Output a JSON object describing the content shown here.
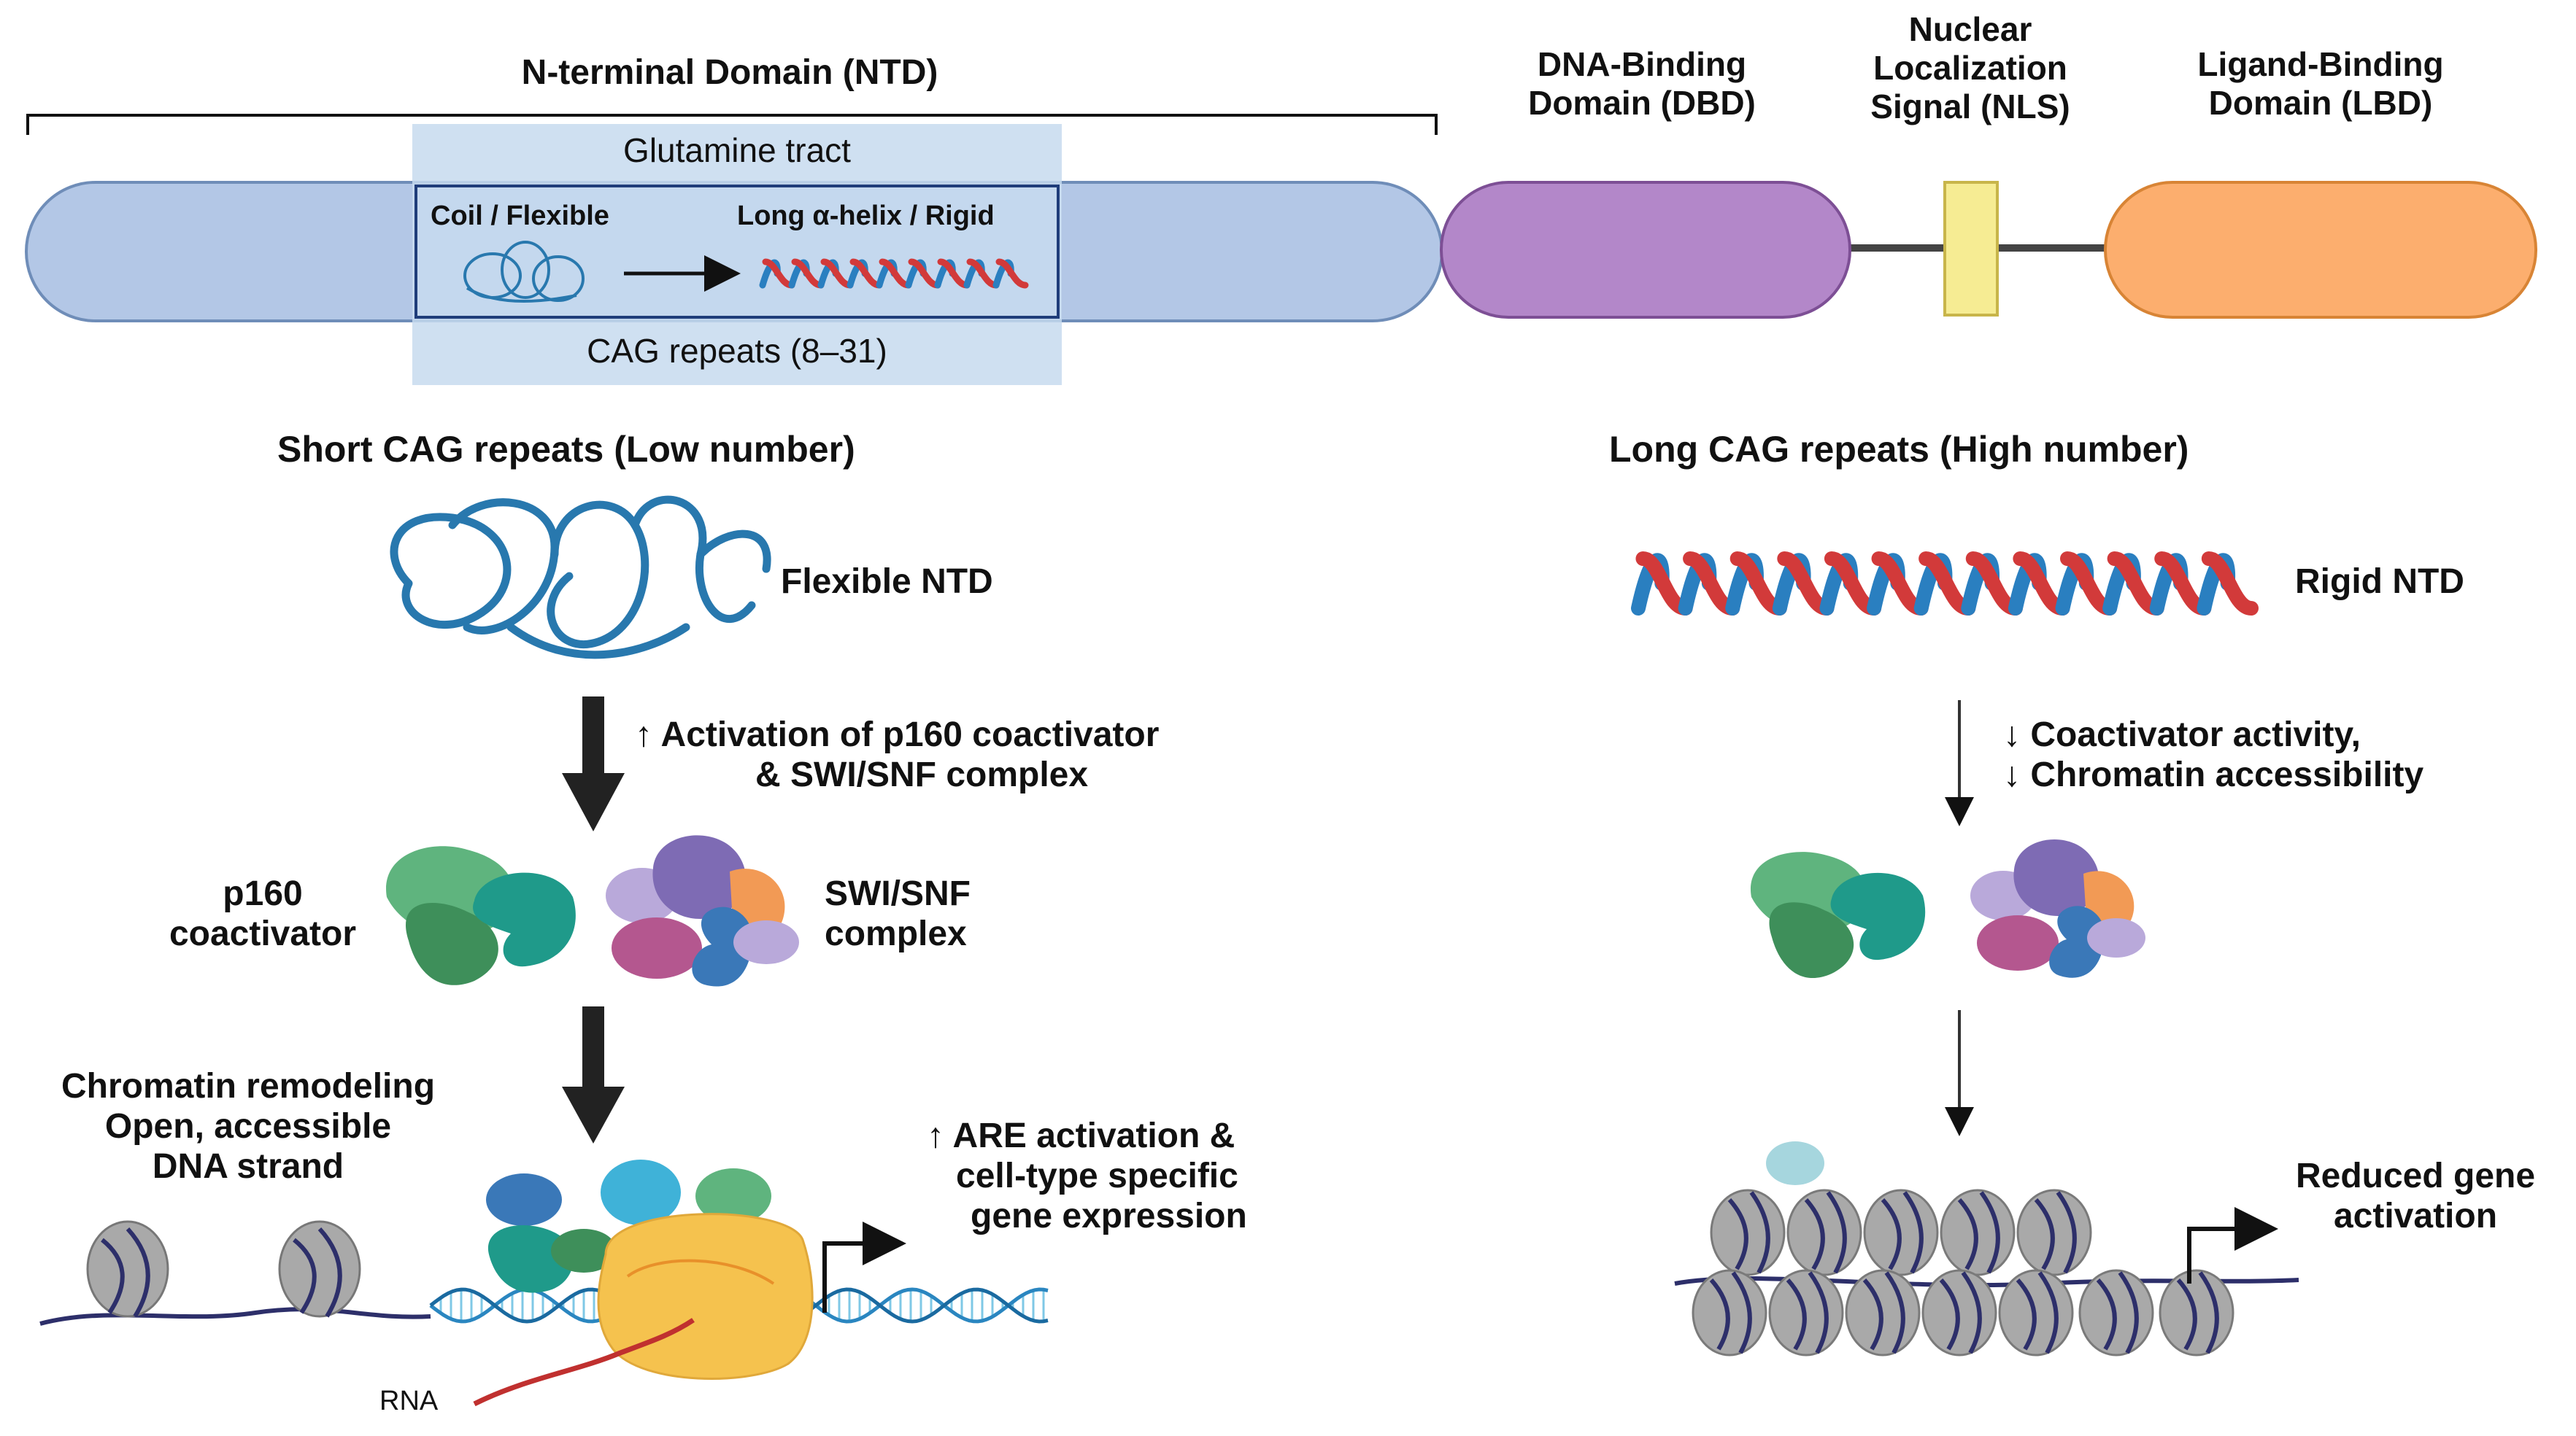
{
  "domains": {
    "ntd_title": "N-terminal Domain (NTD)",
    "dbd_line1": "DNA-Binding",
    "dbd_line2": "Domain (DBD)",
    "nls_line1": "Nuclear",
    "nls_line2": "Localization",
    "nls_line3": "Signal (NLS)",
    "lbd_line1": "Ligand-Binding",
    "lbd_line2": "Domain (LBD)"
  },
  "glutamine": {
    "title": "Glutamine tract",
    "coil_label": "Coil / Flexible",
    "helix_label": "Long α-helix / Rigid",
    "cag_label": "CAG repeats (8–31)"
  },
  "short_path": {
    "heading": "Short CAG repeats (Low number)",
    "flex_label": "Flexible NTD",
    "arrow_text_1": "↑ Activation of p160 coactivator",
    "arrow_text_2": "& SWI/SNF complex",
    "p160_line1": "p160",
    "p160_line2": "coactivator",
    "swi_line1": "SWI/SNF",
    "swi_line2": "complex",
    "chrom_line1": "Chromatin remodeling",
    "chrom_line2": "Open, accessible",
    "chrom_line3": "DNA strand",
    "are_line1": "↑ ARE activation &",
    "are_line2": "cell-type specific",
    "are_line3": "gene expression",
    "rna_label": "RNA"
  },
  "long_path": {
    "heading": "Long CAG repeats (High number)",
    "rigid_label": "Rigid NTD",
    "arrow_text_1": "↓ Coactivator activity,",
    "arrow_text_2": "↓ Chromatin accessibility",
    "reduced_line1": "Reduced gene",
    "reduced_line2": "activation"
  },
  "colors": {
    "ntd_fill": "#b3c7e6",
    "dbd_fill": "#b387c9",
    "nls_fill": "#f6ec93",
    "lbd_fill": "#fcae6e",
    "glutamine_box": "#c7dbef",
    "coil": "#2878ae",
    "helix_red": "#d23a3a",
    "helix_blue": "#2a7fc0",
    "p160_green": "#5fb47e",
    "p160_teal": "#1f9a8a",
    "swi_purple": "#7e6bb4",
    "swi_orange": "#f29a55",
    "swi_magenta": "#b4578f",
    "swi_blue": "#3a78b8",
    "nucleosome": "#a9a9a9",
    "dna_line": "#2d2f6a",
    "polymerase": "#f5c24e"
  }
}
